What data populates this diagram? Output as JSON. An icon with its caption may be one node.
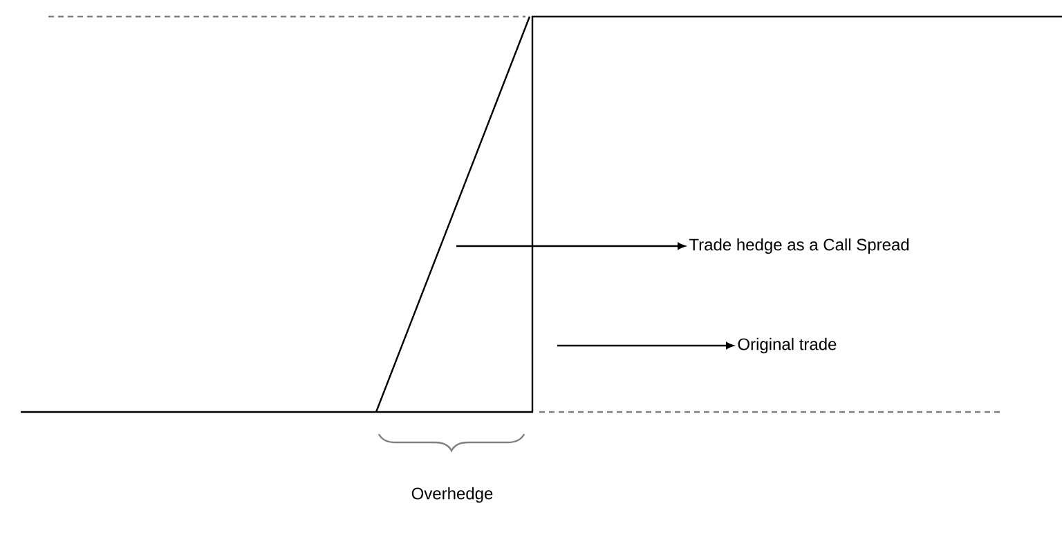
{
  "diagram": {
    "nodes": [
      {
        "text": [
          "Trade hedge as a Call Spread"
        ]
      },
      {
        "text": [
          "Original trade"
        ]
      }
    ],
    "edges": [
      {
        "from": null,
        "to": 0,
        "arrow": "to"
      },
      {
        "from": null,
        "to": 1,
        "arrow": "to"
      }
    ],
    "labels": [
      "Overhedge"
    ]
  }
}
